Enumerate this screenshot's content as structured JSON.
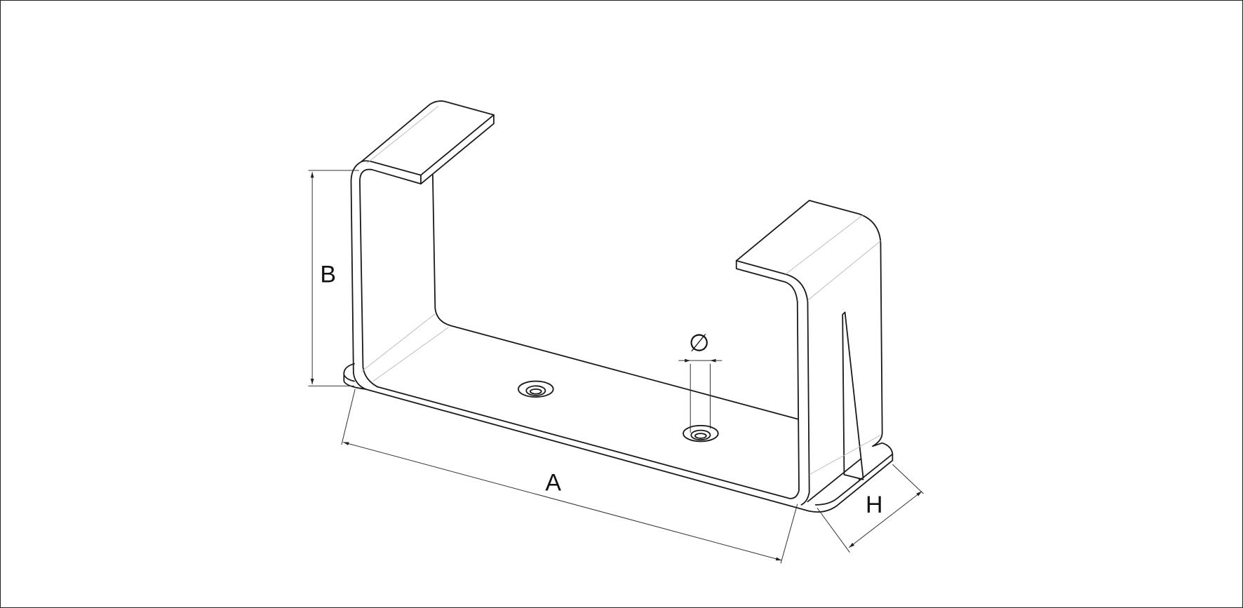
{
  "drawing": {
    "subject": "bracket",
    "dimension_labels": {
      "width": "A",
      "height": "B",
      "flange": "H",
      "hole_diameter": "∅"
    },
    "colors": {
      "line": "#1a1a1a",
      "guide": "#b8b8b8",
      "background": "#ffffff"
    }
  }
}
